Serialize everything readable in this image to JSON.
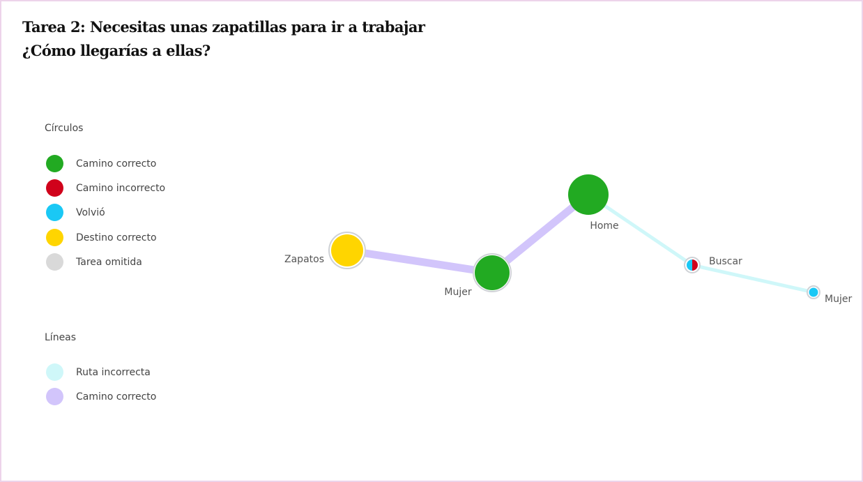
{
  "title": {
    "line1": "Tarea 2: Necesitas unas zapatillas para ir a trabajar",
    "line2": "¿Cómo llegarías a ellas?"
  },
  "legend": {
    "circles_heading": "Círculos",
    "circles": [
      {
        "label": "Camino correcto",
        "color": "#22aa22"
      },
      {
        "label": "Camino incorrecto",
        "color": "#d0021b"
      },
      {
        "label": "Volvió",
        "color": "#1ac8f5"
      },
      {
        "label": "Destino correcto",
        "color": "#ffd500"
      },
      {
        "label": "Tarea omitida",
        "color": "#d9d9d9"
      }
    ],
    "lines_heading": "Líneas",
    "lines": [
      {
        "label": "Ruta incorrecta",
        "color": "#cff7f9"
      },
      {
        "label": "Camino correcto",
        "color": "#d2c5fb"
      }
    ]
  },
  "diagram": {
    "nodes": [
      {
        "label": "Zapatos",
        "type": "Destino correcto"
      },
      {
        "label": "Mujer",
        "type": "Camino correcto"
      },
      {
        "label": "Home",
        "type": "Camino correcto"
      },
      {
        "label": "Buscar",
        "type": "Volvió / Camino incorrecto"
      },
      {
        "label": "Mujer",
        "type": "Volvió"
      }
    ],
    "edges": [
      {
        "from": 0,
        "to": 1,
        "type": "Camino correcto"
      },
      {
        "from": 1,
        "to": 2,
        "type": "Camino correcto"
      },
      {
        "from": 2,
        "to": 3,
        "type": "Ruta incorrecta"
      },
      {
        "from": 3,
        "to": 4,
        "type": "Ruta incorrecta"
      }
    ]
  }
}
